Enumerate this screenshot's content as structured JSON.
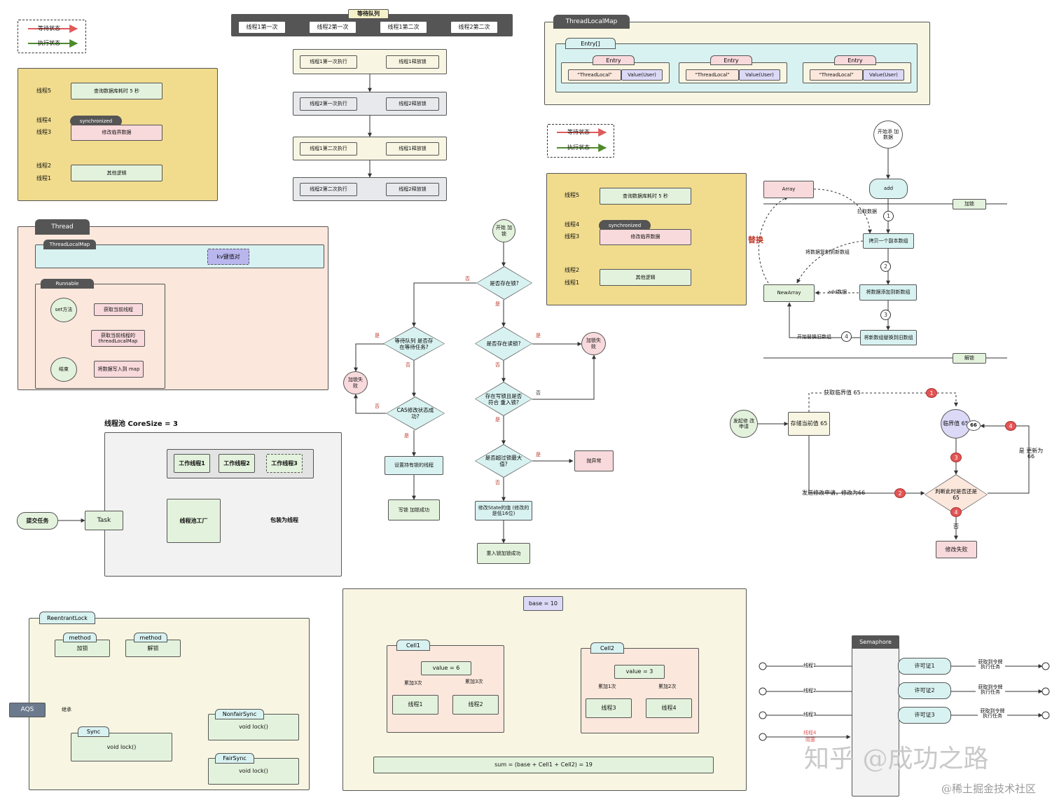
{
  "legend_tl": {
    "wait": "等待状态",
    "exec": "执行状态"
  },
  "legend_mid": {
    "wait": "等待状态",
    "exec": "执行状态"
  },
  "sync_tl": {
    "t5": "线程5",
    "t4": "线程4",
    "t3": "线程3",
    "t2": "线程2",
    "t1": "线程1",
    "query": "查询数据库耗时 5 秒",
    "sync": "synchronized",
    "modify": "修改临界数据",
    "other": "其他逻辑"
  },
  "sync_mid": {
    "t5": "线程5",
    "t4": "线程4",
    "t3": "线程3",
    "t2": "线程2",
    "t1": "线程1",
    "query": "查询数据库耗时 5 秒",
    "sync": "synchronized",
    "modify": "修改临界数据",
    "other": "其他逻辑"
  },
  "queue": {
    "title": "等待队列",
    "items": [
      "线程1第一次",
      "线程2第一次",
      "线程1第二次",
      "线程2第二次"
    ],
    "rows": [
      {
        "run": "线程1第一次执行",
        "release": "线程1释放锁"
      },
      {
        "run": "线程2第一次执行",
        "release": "线程2释放锁"
      },
      {
        "run": "线程1第二次执行",
        "release": "线程1释放锁"
      },
      {
        "run": "线程2第二次执行",
        "release": "线程2释放锁"
      }
    ]
  },
  "tlmap": {
    "title": "ThreadLocalMap",
    "entries_label": "Entry[]",
    "entry_tab": "Entry",
    "entry_key": "“ThreadLocal”",
    "entry_val": "Value(User)"
  },
  "thread": {
    "title": "Thread",
    "map": "ThreadLocalMap",
    "kv": "kv键值对",
    "runnable": "Runnable",
    "set": "set方法",
    "get_thread": "获取当前线程",
    "get_map": "获取当前线程的 threadLocalMap",
    "write": "将数据写入到 map",
    "end": "结束"
  },
  "flow": {
    "start": "开始 加锁",
    "lock_exists": "是否存在锁?",
    "read_lock": "是否存在读锁?",
    "write_reentrant": "存在写锁且是否符合 重入锁?",
    "max": "是否超过锁最大值?",
    "queue_task": "等待队列 是否存在等待任务?",
    "cas": "CAS修改状态成功?",
    "fail_left": "加锁失 败",
    "fail_right": "加锁失 败",
    "set_holder": "设置持有锁的线程",
    "write_ok": "写锁 加锁成功",
    "throw": "抛异常",
    "modify_state": "修改State的值 (修改的是低16位)",
    "reentrant_ok": "重入锁加锁成功",
    "yes": "是",
    "no": "否"
  },
  "cow": {
    "start": "开始添 加数据",
    "add": "add",
    "array": "Array",
    "lock": "加锁",
    "pull": "拉取数据",
    "copy": "拷贝一个副本数组",
    "copy_to_new": "将数据复制到新数组",
    "replace": "替换",
    "new_array": "NewArray",
    "add_data": "add数据",
    "add_new": "将数据添加到新数组",
    "start_replace": "开始替换旧数组",
    "replace_old": "将新数组替换到旧数组",
    "unlock": "解锁",
    "steps": [
      "1",
      "2",
      "3",
      "4"
    ]
  },
  "cas": {
    "get_value": "获取临界值 65",
    "request": "发起修 改申请",
    "store": "存储当前值 65",
    "critical": "临界值 65",
    "new_val": "66",
    "send": "发送修改申请，修改为66",
    "judge": "判断此时是否还是65",
    "yes_update": "是 更新为66",
    "no": "否",
    "fail": "修改失败",
    "steps": [
      "1",
      "2",
      "3",
      "4",
      "4"
    ]
  },
  "pool": {
    "title": "线程池 CoreSize = 3",
    "w1": "工作线程1",
    "w2": "工作线程2",
    "w3": "工作线程3",
    "submit": "提交任务",
    "task": "Task",
    "factory": "线程池工厂",
    "wrap": "包装为线程"
  },
  "aqs": {
    "title": "ReentrantLock",
    "method": "method",
    "lock": "加锁",
    "unlock": "解锁",
    "aqs": "AQS",
    "inherit": "继承",
    "sync": "Sync",
    "void_lock": "void lock()",
    "nonfair": "NonfairSync",
    "fair": "FairSync"
  },
  "adder": {
    "base": "base = 10",
    "cell1": "Cell1",
    "cell2": "Cell2",
    "v1": "value = 6",
    "v2": "value = 3",
    "a1": "累加3次",
    "a2": "累加3次",
    "a3": "累加1次",
    "a4": "累加2次",
    "t1": "线程1",
    "t2": "线程2",
    "t3": "线程3",
    "t4": "线程4",
    "sum": "sum = (base + Cell1 + Cell2) = 19"
  },
  "sem": {
    "title": "Semaphore",
    "threads": [
      "线程1",
      "线程2",
      "线程3",
      "线程4"
    ],
    "permits": [
      "许可证1",
      "许可证2",
      "许可证3"
    ],
    "got": "获取到令牌 执行任务",
    "blocked": "阻塞"
  },
  "watermark": {
    "zhihu": "知乎 @成功之路",
    "juejin": "@稀土掘金技术社区"
  },
  "colors": {
    "wait": "#e05a5a",
    "exec": "#4e8a2c",
    "yellow": "#f1dc8e",
    "cyan": "#d8f2f1",
    "green": "#e3f2dc",
    "pink": "#f8d9dc",
    "peach": "#fbe7dc",
    "lavender": "#dcd9f7",
    "gray": "#f2f2f2"
  }
}
